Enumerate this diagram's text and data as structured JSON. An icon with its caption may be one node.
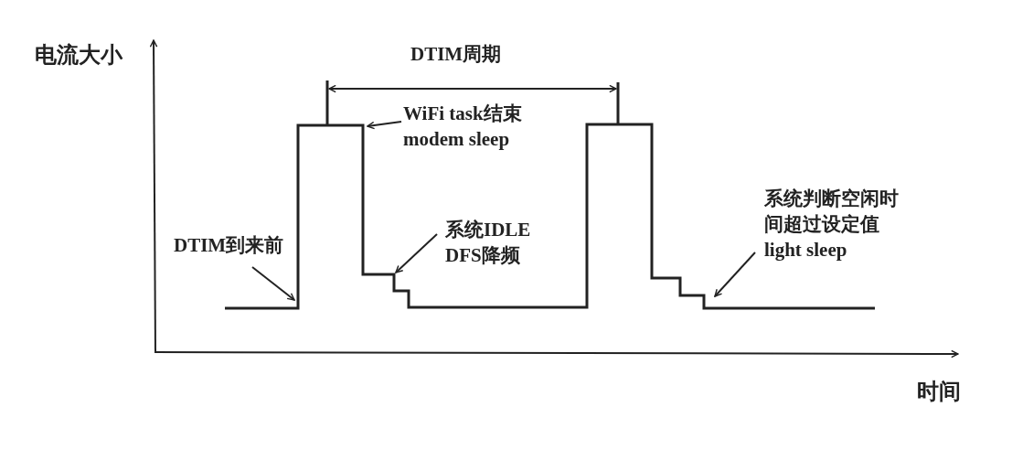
{
  "diagram": {
    "nodes": [
      {
        "text": [
          "WiFi task结束 modem sleep"
        ]
      },
      {
        "text": [
          "系统IDLE DFS降频"
        ]
      },
      {
        "text": [
          "DTIM到来前"
        ]
      },
      {
        "text": [
          "系统判断空闲时间超过设定值 light sleep"
        ]
      }
    ],
    "edges": [
      {
        "from": 2,
        "to": null,
        "arrow": "to"
      },
      {
        "from": 0,
        "to": null,
        "arrow": "to"
      },
      {
        "from": 1,
        "to": null,
        "arrow": "to"
      },
      {
        "from": 3,
        "to": null,
        "arrow": "to"
      }
    ],
    "labels": [
      "电流大小",
      "DTIM周期",
      "时间"
    ]
  }
}
